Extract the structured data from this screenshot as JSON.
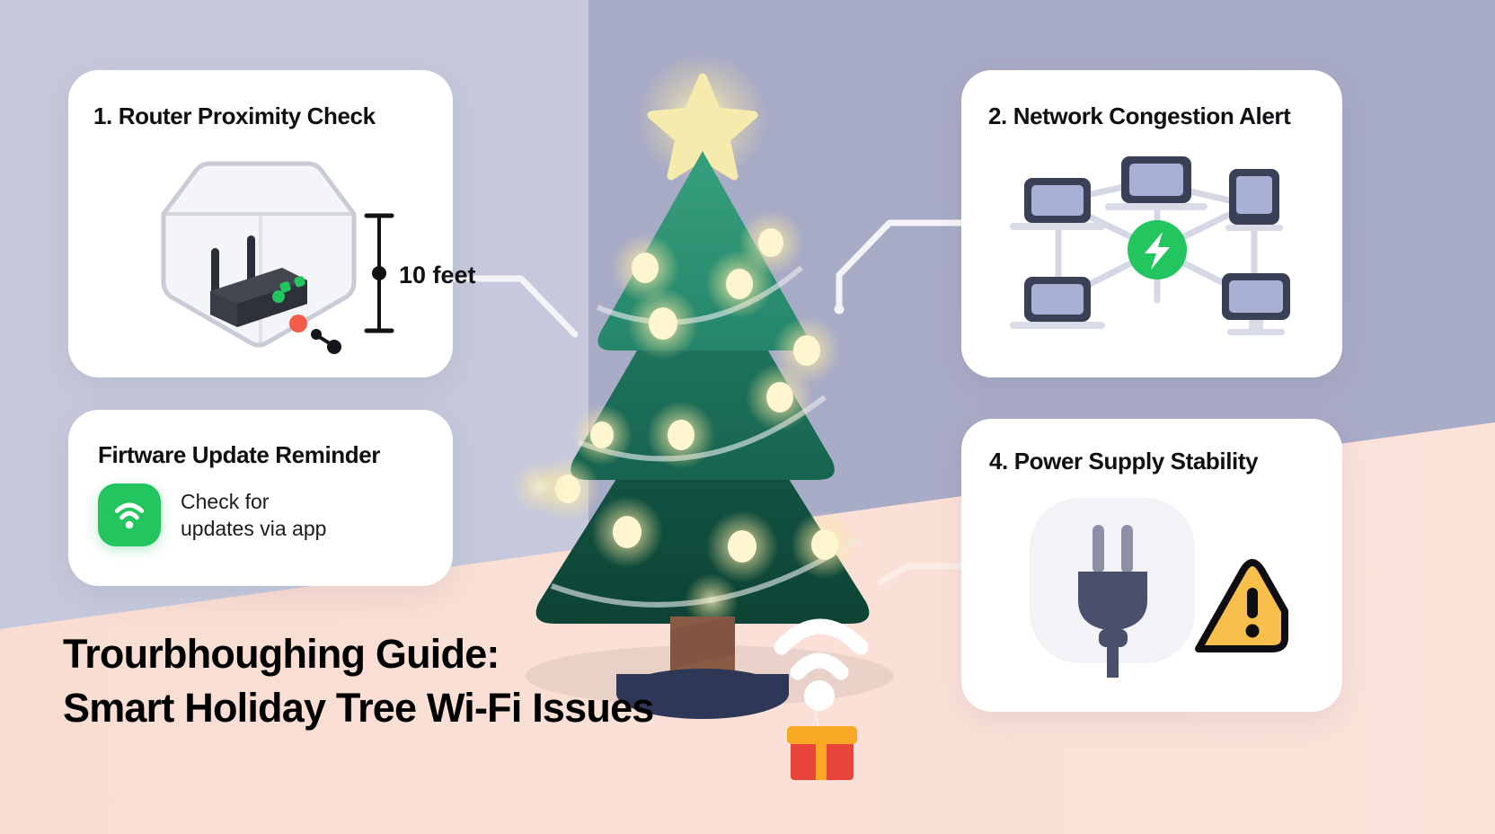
{
  "headline": {
    "line1": "Trourbhoughing Guide:",
    "line2": "Smart Holiday Tree Wi-Fi Issues",
    "full": "Trourbhoughing Guide:\nSmart Holiday Tree Wi-Fi Issues"
  },
  "cards": [
    {
      "id": "router",
      "title": "1. Router Proximity Check",
      "art": "isometric-router-in-box",
      "measurement_label": "10 feet"
    },
    {
      "id": "network",
      "title": "2. Network Congestion Alert",
      "art": "network-topology-diagram",
      "node_count": 5,
      "hub_icon": "lightning-bolt-icon"
    },
    {
      "id": "firmware",
      "title": "Firtware Update Reminder",
      "icon": "wifi-icon",
      "body": "Check for\nupdates via app"
    },
    {
      "id": "power",
      "title": "4. Power Supply Stability",
      "art": "power-plug-with-warning",
      "icons": [
        "plug-icon",
        "warning-triangle-icon"
      ]
    }
  ],
  "centerpiece": {
    "name": "smart-holiday-tree",
    "star": "star-icon",
    "wifi_signal": "wifi-icon",
    "gift": "gift-box-icon",
    "light_count": 14
  },
  "colors": {
    "wall_left": "#c6c9dd",
    "wall_right": "#a8abc6",
    "floor": "#fadfd4",
    "card_bg": "#ffffff",
    "accent_green": "#22c55e",
    "tree_light": "#fdf3c4",
    "tree_top": "#2e9272",
    "tree_mid": "#1f7a5e",
    "tree_bottom": "#0f513f",
    "trunk": "#8a5a44",
    "base": "#2f3757",
    "warning_yellow": "#f8bf4c",
    "plug_dark": "#4a4f6b",
    "gift_red": "#e8453c",
    "gift_lid": "#f9a825",
    "device_screen": "#a9b0d6",
    "device_frame": "#3a4055",
    "connector": "#f2f2f6",
    "text_dark": "#101014"
  }
}
